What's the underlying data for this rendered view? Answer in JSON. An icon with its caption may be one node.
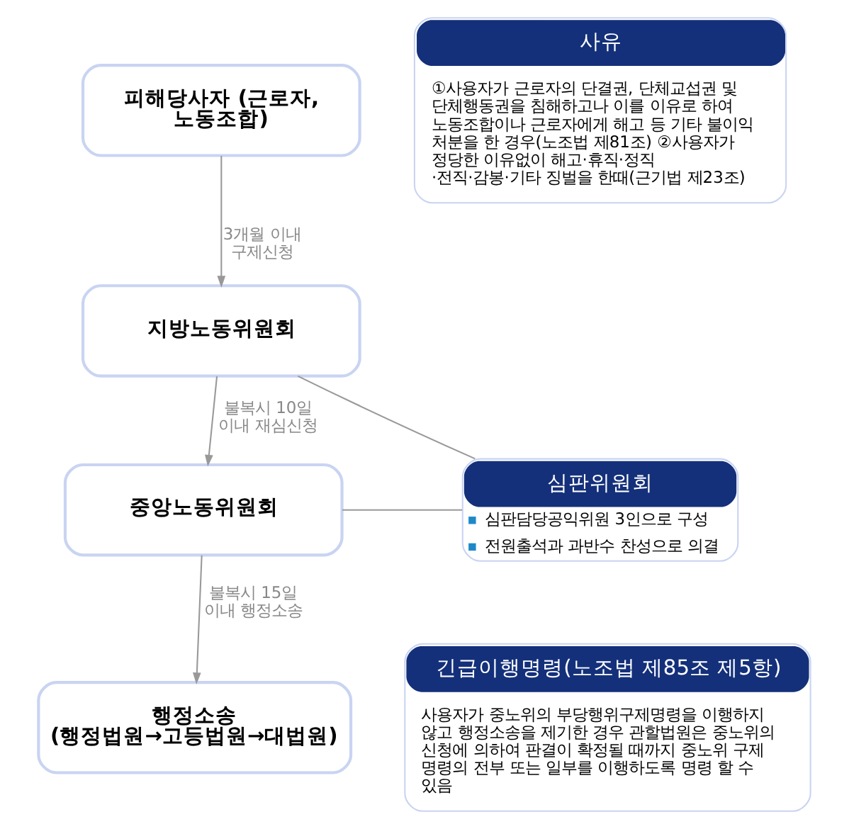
{
  "diagram": {
    "nodes": [
      {
        "text": [
          "피해당사자 (근로자, 노동조합)"
        ]
      },
      {
        "text": [
          "지방노동위원회"
        ]
      },
      {
        "text": [
          "중앙노동위원회"
        ]
      },
      {
        "text": [
          "행정소송 (행정법원→고등법원→대법원)"
        ]
      },
      {
        "text": [
          "사유",
          "①사용자가 근로자의 단결권, 단체교섭권 및 단체행동권을 침해하고나 이를 이유로 하여 노동조합이나 근로자에게 해고 등 기타 불이익 처분을 한 경우(노조법 제81조) ②사용자가 정당한 이유없이 해고·휴직·정직 ·전직·감봉·기타 징벌을 한때(근기법 제23조)"
        ]
      },
      {
        "text": [
          "심판위원회",
          "심판담당공익위원 3인으로 구성",
          "전원출석과 과반수 찬성으로 의결"
        ]
      },
      {
        "text": [
          "긴급이행명령(노조법 제85조 제5항)",
          "사용자가 중노위의 부당행위구제명령을 이행하지 않고 행정소송을 제기한 경우 관할법원은 중노위의 신청에 의하여 판결이 확정될 때까지 중노위 구제 명령의 전부 또는 일부를 이행하도록 명령 할 수 있음"
        ]
      }
    ],
    "edges": [
      {
        "from": 0,
        "to": 1,
        "arrow": "to",
        "label": "3개월 이내 구제신청"
      },
      {
        "from": 1,
        "to": 2,
        "arrow": "to",
        "label": "불복시 10일 이내 재심신청"
      },
      {
        "from": 2,
        "to": 3,
        "arrow": "to",
        "label": "불복시 15일 이내 행정소송"
      },
      {
        "from": 1,
        "to": 5,
        "arrow": "none"
      },
      {
        "from": 2,
        "to": 5,
        "arrow": "none"
      }
    ]
  }
}
